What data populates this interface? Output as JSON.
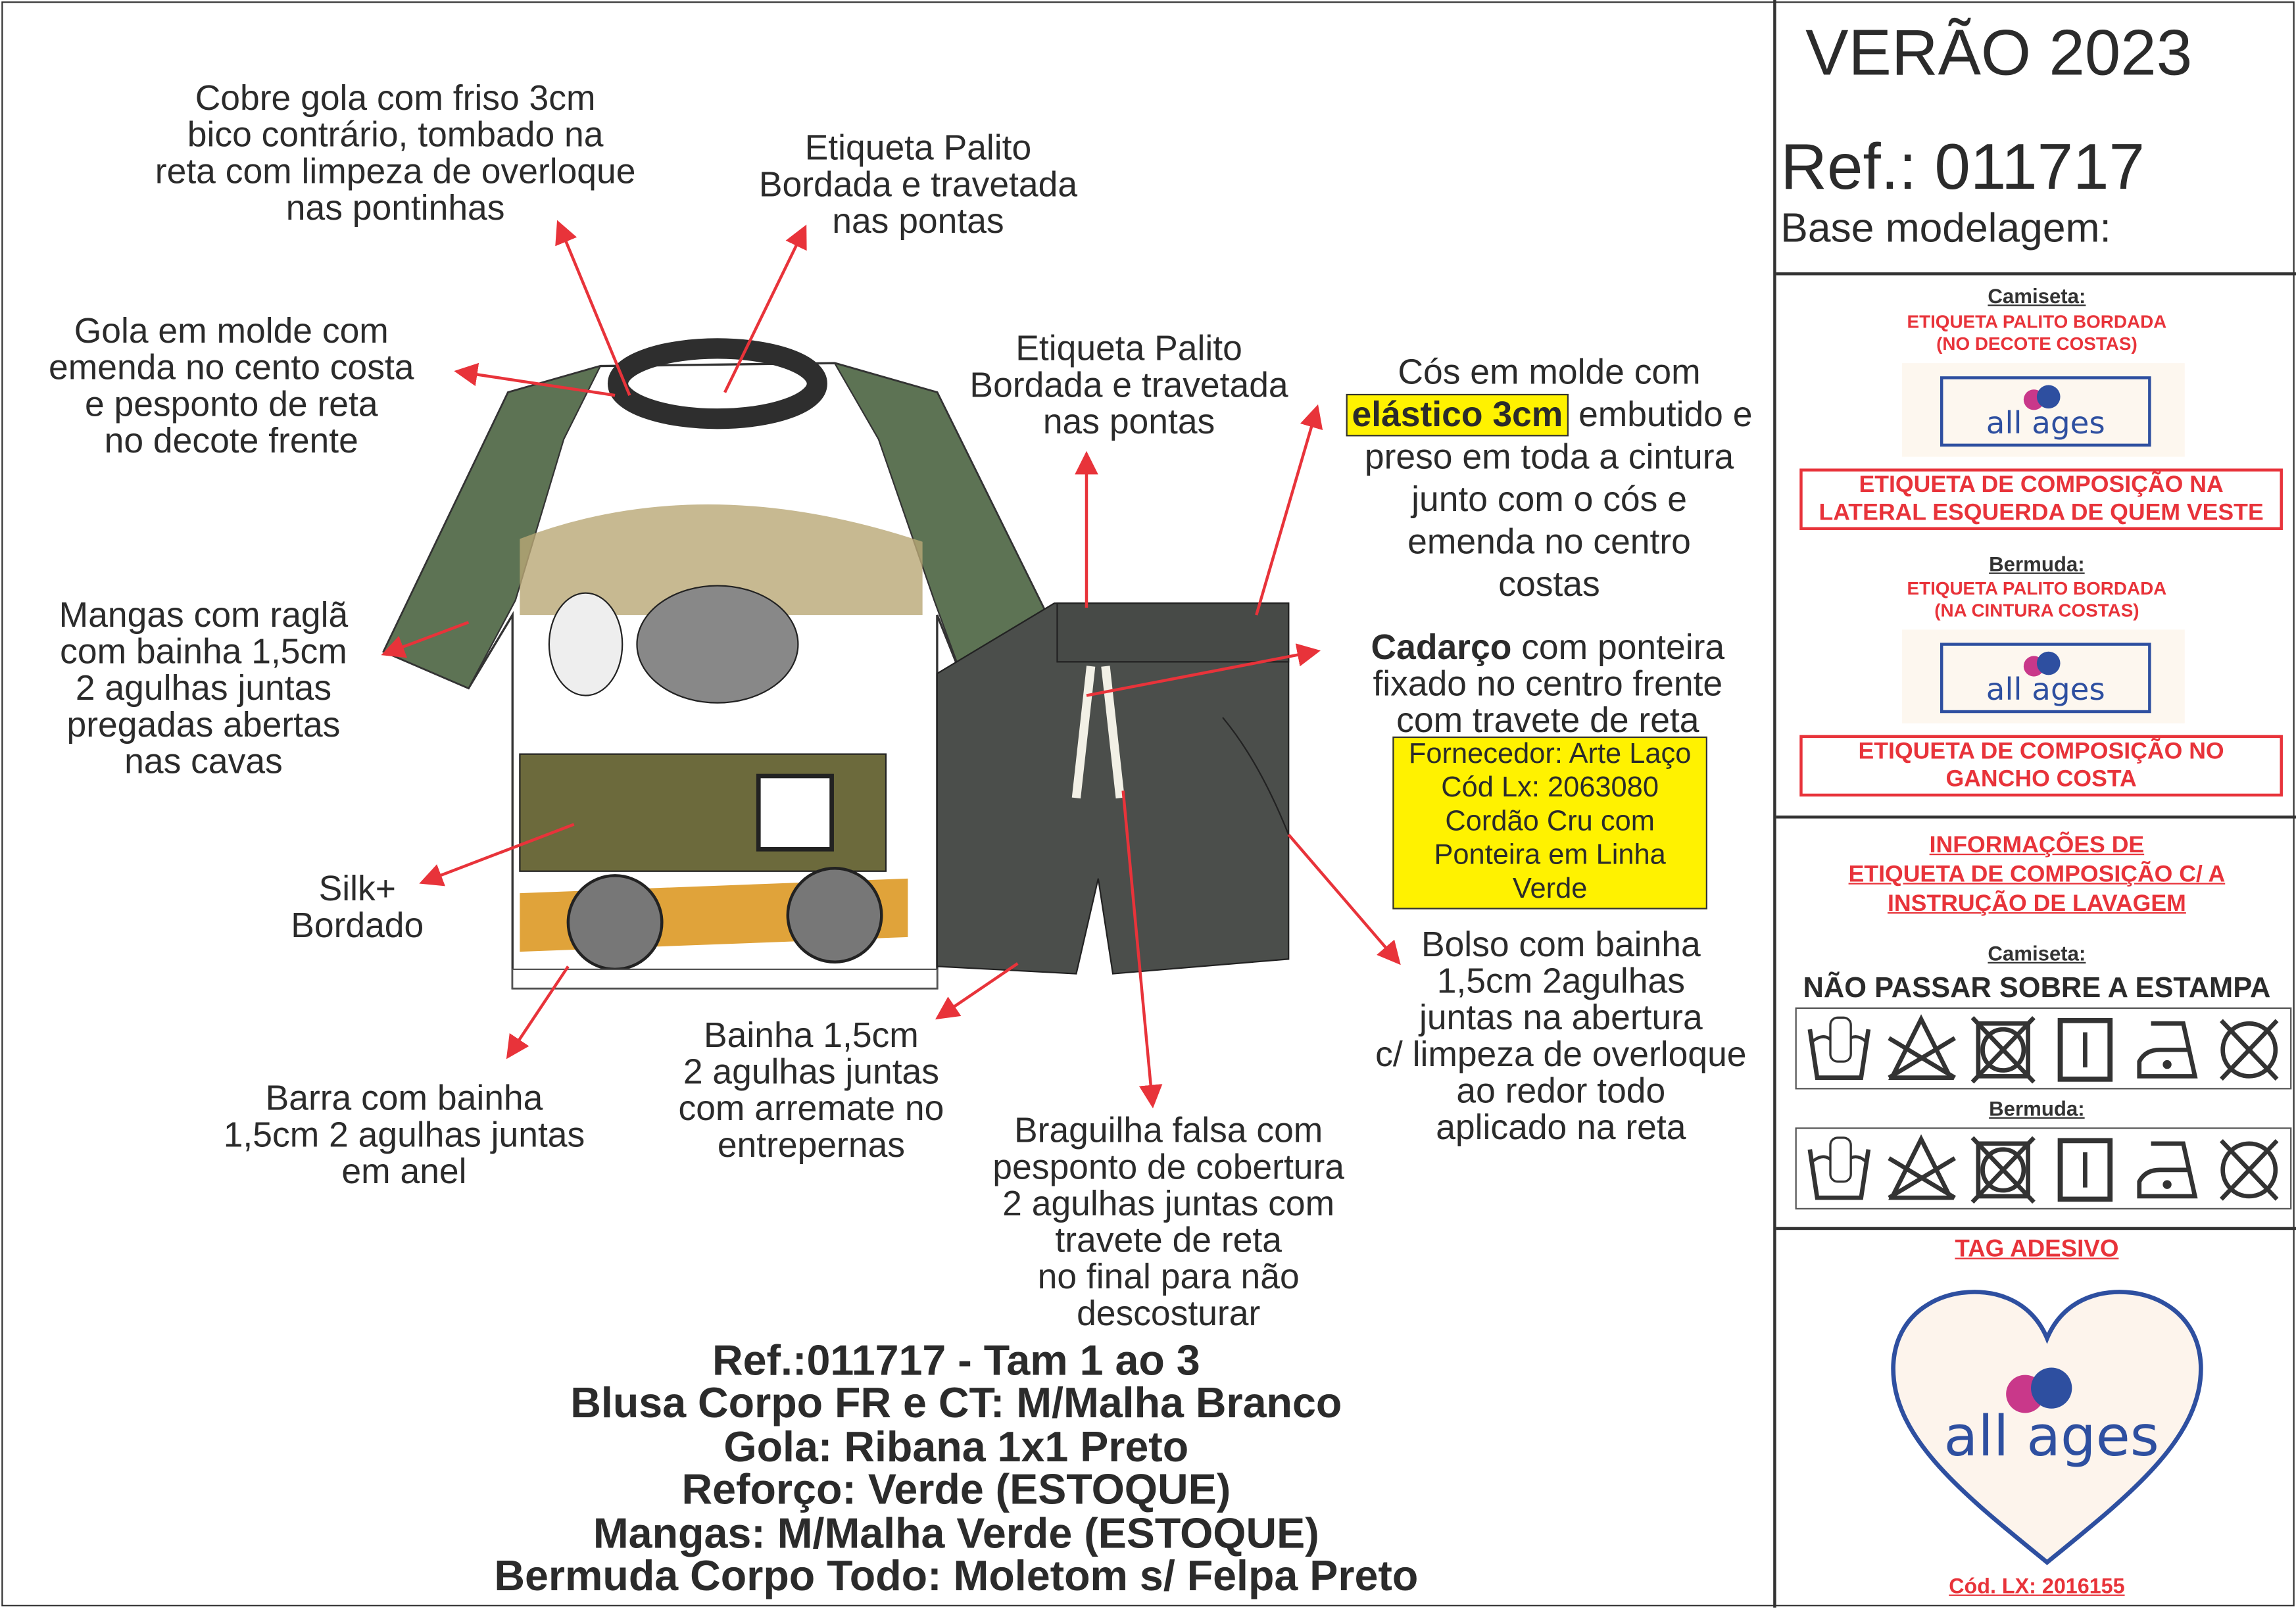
{
  "header": {
    "season": "VERÃO 2023",
    "ref": "Ref.: 011717",
    "base": "Base modelagem:"
  },
  "annotations": {
    "collar_cover": [
      "Cobre gola com friso 3cm",
      "bico contrário, tombado na",
      "reta com limpeza de overloque",
      "nas pontinhas"
    ],
    "label_shirt": [
      "Etiqueta Palito",
      "Bordada e travetada",
      "nas pontas"
    ],
    "collar": [
      "Gola em molde com",
      "emenda no cento costa",
      "e pesponto de reta",
      "no decote frente"
    ],
    "label_shorts": [
      "Etiqueta Palito",
      "Bordada e travetada",
      "nas pontas"
    ],
    "waistband": {
      "l1": "Cós em molde com",
      "highlight": "elástico 3cm",
      "l2_rest": "embutido e",
      "rest": [
        "preso em toda a cintura",
        "junto com o cós e",
        "emenda no centro",
        "costas"
      ]
    },
    "sleeves": [
      "Mangas com raglã",
      "com bainha 1,5cm",
      "2 agulhas juntas",
      "pregadas abertas",
      "nas cavas"
    ],
    "drawstring": {
      "bold": "Cadarço",
      "l1_rest": " com ponteira",
      "rest": [
        "fixado no centro frente",
        "com travete de reta"
      ]
    },
    "supplier": [
      "Fornecedor: Arte Laço",
      "Cód Lx: 2063080",
      "Cordão Cru com",
      "Ponteira em Linha",
      "Verde"
    ],
    "print": [
      "Silk+",
      "Bordado"
    ],
    "pocket": [
      "Bolso com bainha",
      "1,5cm 2agulhas",
      "juntas na abertura",
      "c/ limpeza de overloque",
      "ao redor todo",
      "aplicado na reta"
    ],
    "leg_hem": [
      "Bainha 1,5cm",
      "2 agulhas juntas",
      "com arremate no",
      "entrepernas"
    ],
    "hem": [
      "Barra com bainha",
      "1,5cm 2 agulhas juntas",
      "em anel"
    ],
    "fly": [
      "Braguilha falsa com",
      "pesponto de cobertura",
      "2 agulhas juntas com",
      "travete de reta",
      "no final para não",
      "descosturar"
    ]
  },
  "spec": [
    "Ref.:011717 - Tam 1 ao 3",
    "Blusa Corpo FR e CT: M/Malha  Branco",
    "Gola: Ribana 1x1 Preto",
    "Reforço: Verde (ESTOQUE)",
    "Mangas: M/Malha Verde (ESTOQUE)",
    "Bermuda Corpo Todo: Moletom s/ Felpa Preto"
  ],
  "labels_panel": {
    "shirt_title": "Camiseta:",
    "shirt_label": [
      "ETIQUETA PALITO BORDADA",
      "(NO DECOTE COSTAS)"
    ],
    "shirt_comp": [
      "ETIQUETA DE COMPOSIÇÃO NA",
      "LATERAL ESQUERDA DE QUEM VESTE"
    ],
    "shorts_title": "Bermuda:",
    "shorts_label": [
      "ETIQUETA PALITO BORDADA",
      "(NA CINTURA COSTAS)"
    ],
    "shorts_comp": [
      "ETIQUETA DE COMPOSIÇÃO NO",
      "GANCHO COSTA"
    ],
    "brand": "all ages"
  },
  "care_panel": {
    "title": [
      "INFORMAÇÕES DE",
      "ETIQUETA DE COMPOSIÇÃO C/ A",
      "INSTRUÇÃO DE LAVAGEM"
    ],
    "shirt_title": "Camiseta:",
    "warning": "NÃO PASSAR SOBRE A ESTAMPA",
    "shorts_title": "Bermuda:",
    "symbols": [
      "hand-wash-icon",
      "no-bleach-icon",
      "no-tumble-dry-icon",
      "line-dry-icon",
      "iron-low-icon",
      "no-dry-clean-icon"
    ]
  },
  "tag_panel": {
    "title": "TAG ADESIVO",
    "code": "Cód. LX: 2016155"
  },
  "colors": {
    "red": "#e8333a",
    "blue": "#2e4fa0",
    "green": "#5d7354",
    "shorts": "#4b4e4b",
    "yellow": "#fff200"
  }
}
